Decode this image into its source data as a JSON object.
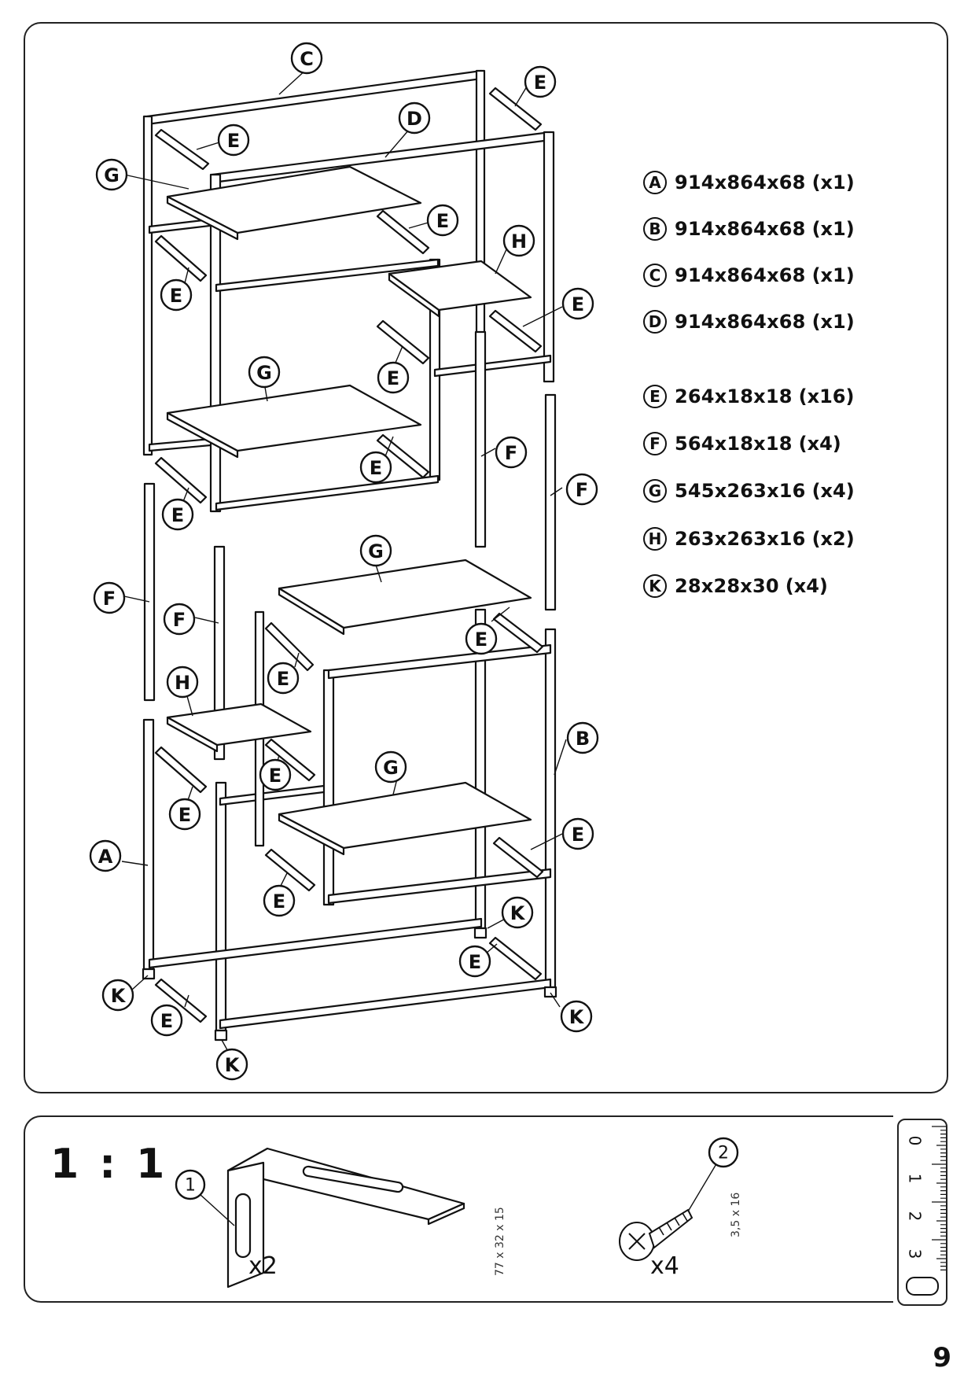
{
  "parts": [
    {
      "letter": "A",
      "dims": "914x864x68",
      "count": "(x1)"
    },
    {
      "letter": "B",
      "dims": "914x864x68",
      "count": "(x1)"
    },
    {
      "letter": "C",
      "dims": "914x864x68",
      "count": "(x1)"
    },
    {
      "letter": "D",
      "dims": "914x864x68",
      "count": "(x1)"
    },
    {
      "letter": "E",
      "dims": "264x18x18",
      "count": "(x16)"
    },
    {
      "letter": "F",
      "dims": "564x18x18",
      "count": "(x4)"
    },
    {
      "letter": "G",
      "dims": "545x263x16",
      "count": "(x4)"
    },
    {
      "letter": "H",
      "dims": "263x263x16",
      "count": "(x2)"
    },
    {
      "letter": "K",
      "dims": "28x28x30",
      "count": "(x4)"
    }
  ],
  "hardware": {
    "scale_label": "1 : 1",
    "bracket": {
      "number": "1",
      "size": "77 x 32 x 15",
      "qty": "x2"
    },
    "screw": {
      "number": "2",
      "size": "3,5 x 16",
      "qty": "x4"
    }
  },
  "ruler": {
    "marks": [
      "0",
      "1",
      "2",
      "3"
    ]
  },
  "page_number": "9",
  "diagram_labels": {
    "A": "A",
    "B": "B",
    "C": "C",
    "D": "D",
    "E": "E",
    "F": "F",
    "G": "G",
    "H": "H",
    "K": "K"
  }
}
